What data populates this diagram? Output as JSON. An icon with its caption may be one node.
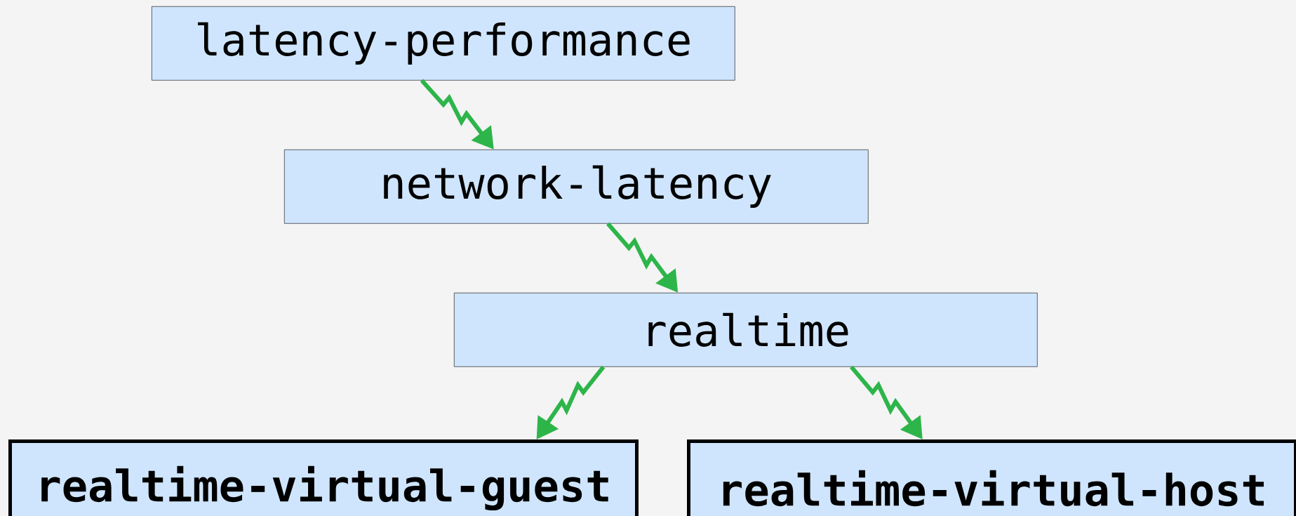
{
  "diagram": {
    "nodes": [
      {
        "text": [
          "latency-performance"
        ]
      },
      {
        "text": [
          "network-latency"
        ]
      },
      {
        "text": [
          "realtime"
        ]
      },
      {
        "text": [
          "realtime-virtual-guest"
        ]
      },
      {
        "text": [
          "realtime-virtual-host"
        ]
      }
    ],
    "edges": [
      {
        "from": 0,
        "to": 1,
        "arrow": "to"
      },
      {
        "from": 1,
        "to": 2,
        "arrow": "to"
      },
      {
        "from": 2,
        "to": 3,
        "arrow": "to"
      },
      {
        "from": 2,
        "to": 4,
        "arrow": "to"
      }
    ]
  }
}
